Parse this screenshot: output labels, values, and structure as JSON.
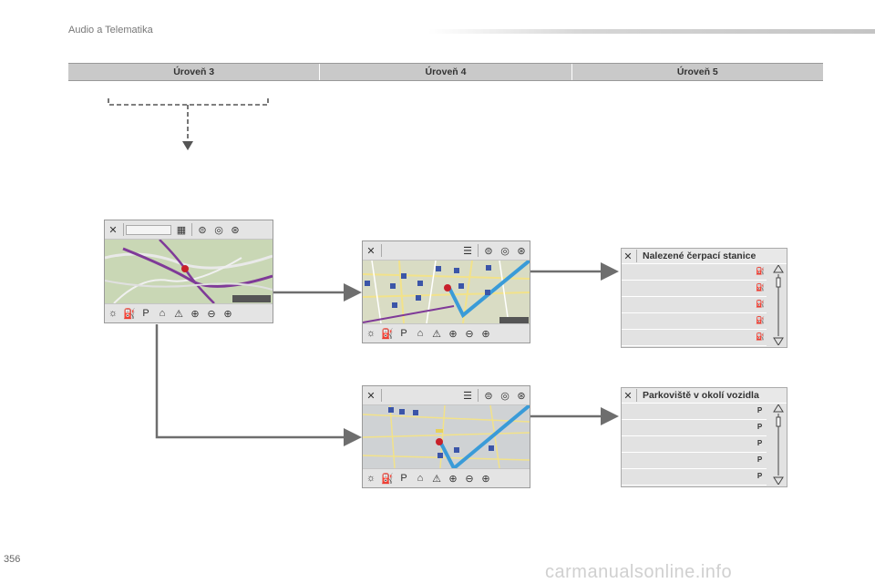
{
  "header": {
    "title": "Audio a Telematika"
  },
  "levels": [
    "Úroveň 3",
    "Úroveň 4",
    "Úroveň 5"
  ],
  "lists": {
    "fuel": {
      "title": "Nalezené čerpací stanice",
      "rows": 5,
      "icon": "fuel-pump-icon"
    },
    "parking": {
      "title": "Parkoviště v okolí vozidla",
      "rows": 5,
      "icon": "parking-sign-icon"
    }
  },
  "footer": {
    "page_number": "356",
    "watermark": "carmanualsonline.info"
  },
  "colors": {
    "route": "#7f3a98",
    "route_highlight": "#3a9bd8",
    "arrow": "#6e6e6e",
    "map_bg": "#c9d7b5"
  }
}
